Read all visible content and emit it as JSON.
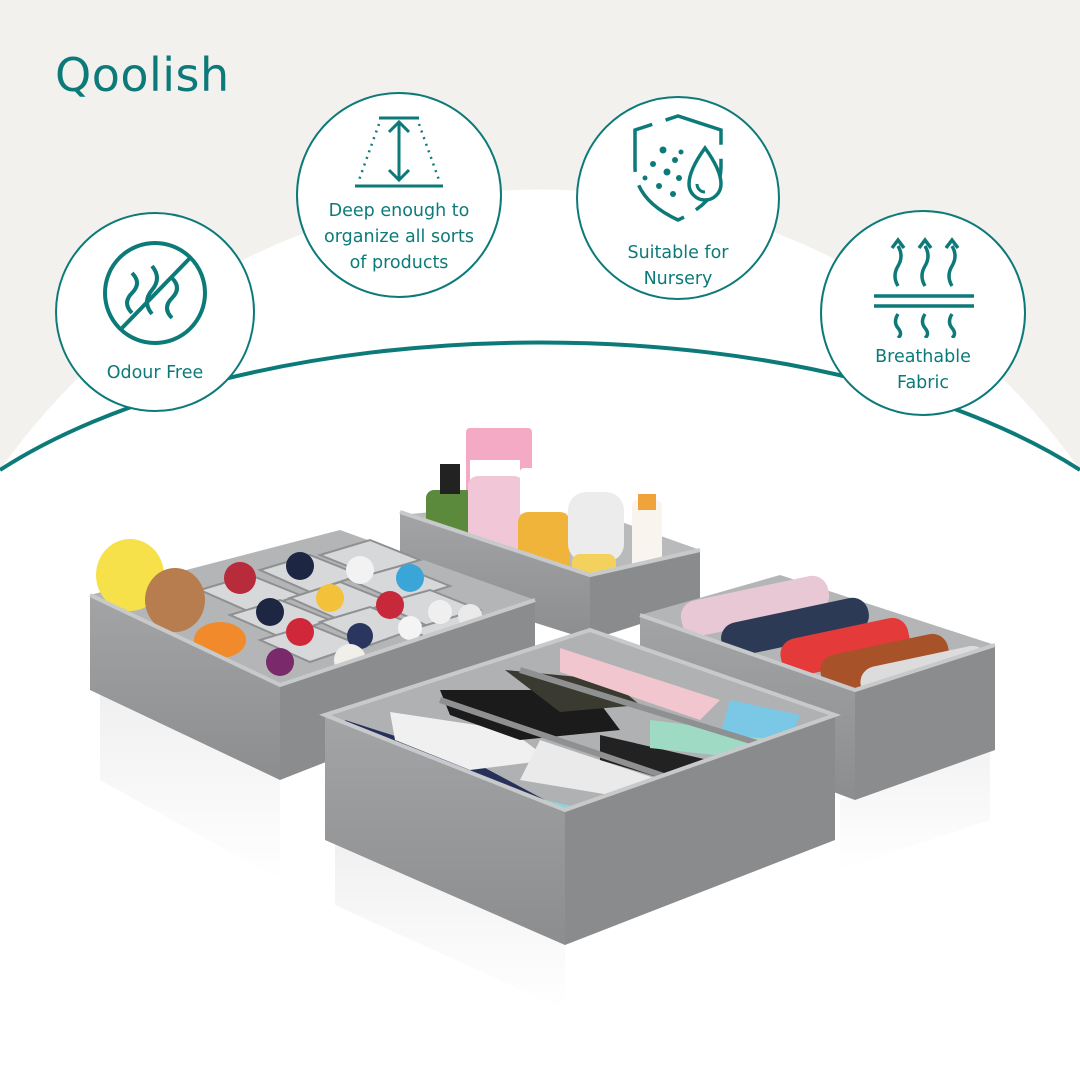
{
  "brand": {
    "name": "Qoolish",
    "color": "#0d7a7a"
  },
  "colors": {
    "accent": "#0d7a7a",
    "background_top": "#f3f1ee",
    "background_bottom": "#ffffff",
    "organizer_fabric": "#9a9b9d"
  },
  "features": [
    {
      "icon": "no-odour-icon",
      "lines": [
        "Odour Free"
      ]
    },
    {
      "icon": "depth-arrow-icon",
      "lines": [
        "Deep enough to",
        "organize all sorts",
        "of products"
      ]
    },
    {
      "icon": "shield-droplet-icon",
      "lines": [
        "Suitable for",
        "Nursery"
      ]
    },
    {
      "icon": "breathable-fabric-icon",
      "lines": [
        "Breathable",
        "Fabric"
      ]
    }
  ]
}
